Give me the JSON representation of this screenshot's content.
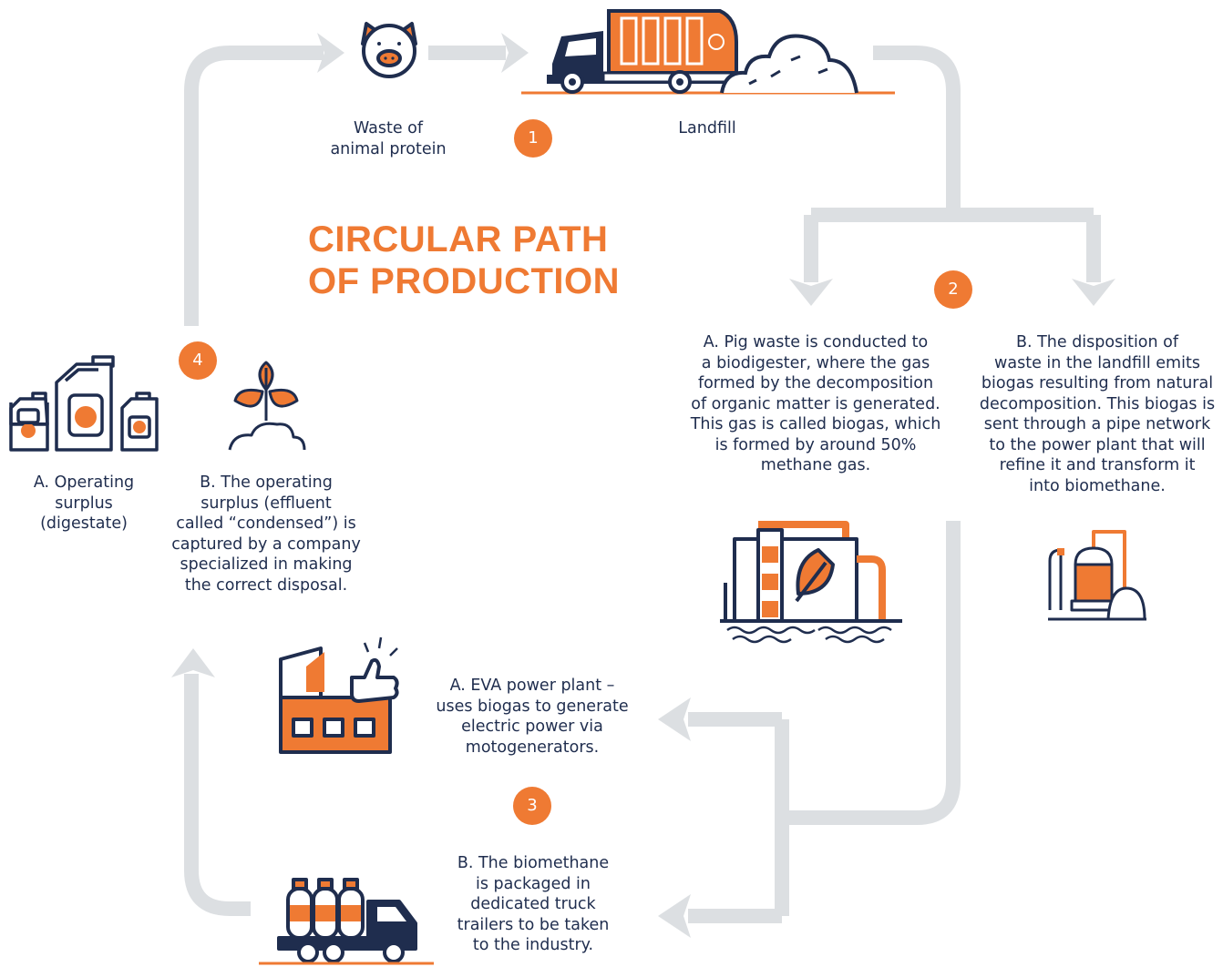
{
  "title": {
    "line1": "CIRCULAR PATH",
    "line2": "OF PRODUCTION"
  },
  "colors": {
    "accent": "#ef7a33",
    "ink": "#1f2d4e",
    "path": "#dcdfe2"
  },
  "steps": {
    "step1": {
      "badge": "1",
      "waste": {
        "line1": "Waste of",
        "line2": "animal protein",
        "icon": "pig-icon"
      },
      "landfill": {
        "label": "Landfill",
        "icon": "garbage-truck-icon"
      }
    },
    "step2": {
      "badge": "2",
      "a": {
        "lines": [
          "A. Pig waste is conducted to",
          "a biodigester, where the gas",
          "formed by the decomposition",
          "of organic matter is generated.",
          "This gas is called biogas, which",
          "is formed by around 50%",
          "methane gas."
        ],
        "icon": "biodigester-icon"
      },
      "b": {
        "lines": [
          "B. The disposition of",
          "waste in the landfill emits",
          "biogas resulting from natural",
          "decomposition. This biogas is",
          "sent through a pipe network",
          "to the power plant that will",
          "refine it and transform it",
          "into biomethane."
        ],
        "icon": "refinery-icon"
      }
    },
    "step3": {
      "badge": "3",
      "a": {
        "lines": [
          "A. EVA power plant –",
          "uses biogas to generate",
          "electric power via",
          "motogenerators."
        ],
        "icon": "factory-icon"
      },
      "b": {
        "lines": [
          "B. The biomethane",
          "is packaged in",
          "dedicated truck",
          "trailers to be taken",
          "to the industry."
        ],
        "icon": "gas-truck-icon"
      }
    },
    "step4": {
      "badge": "4",
      "a": {
        "lines": [
          "A. Operating",
          "surplus",
          "(digestate)"
        ],
        "icon": "canisters-icon"
      },
      "b": {
        "lines": [
          "B. The operating",
          "surplus (effluent",
          "called “condensed”) is",
          "captured by a company",
          "specialized in making",
          "the correct disposal."
        ],
        "icon": "plant-sprout-icon"
      }
    }
  }
}
